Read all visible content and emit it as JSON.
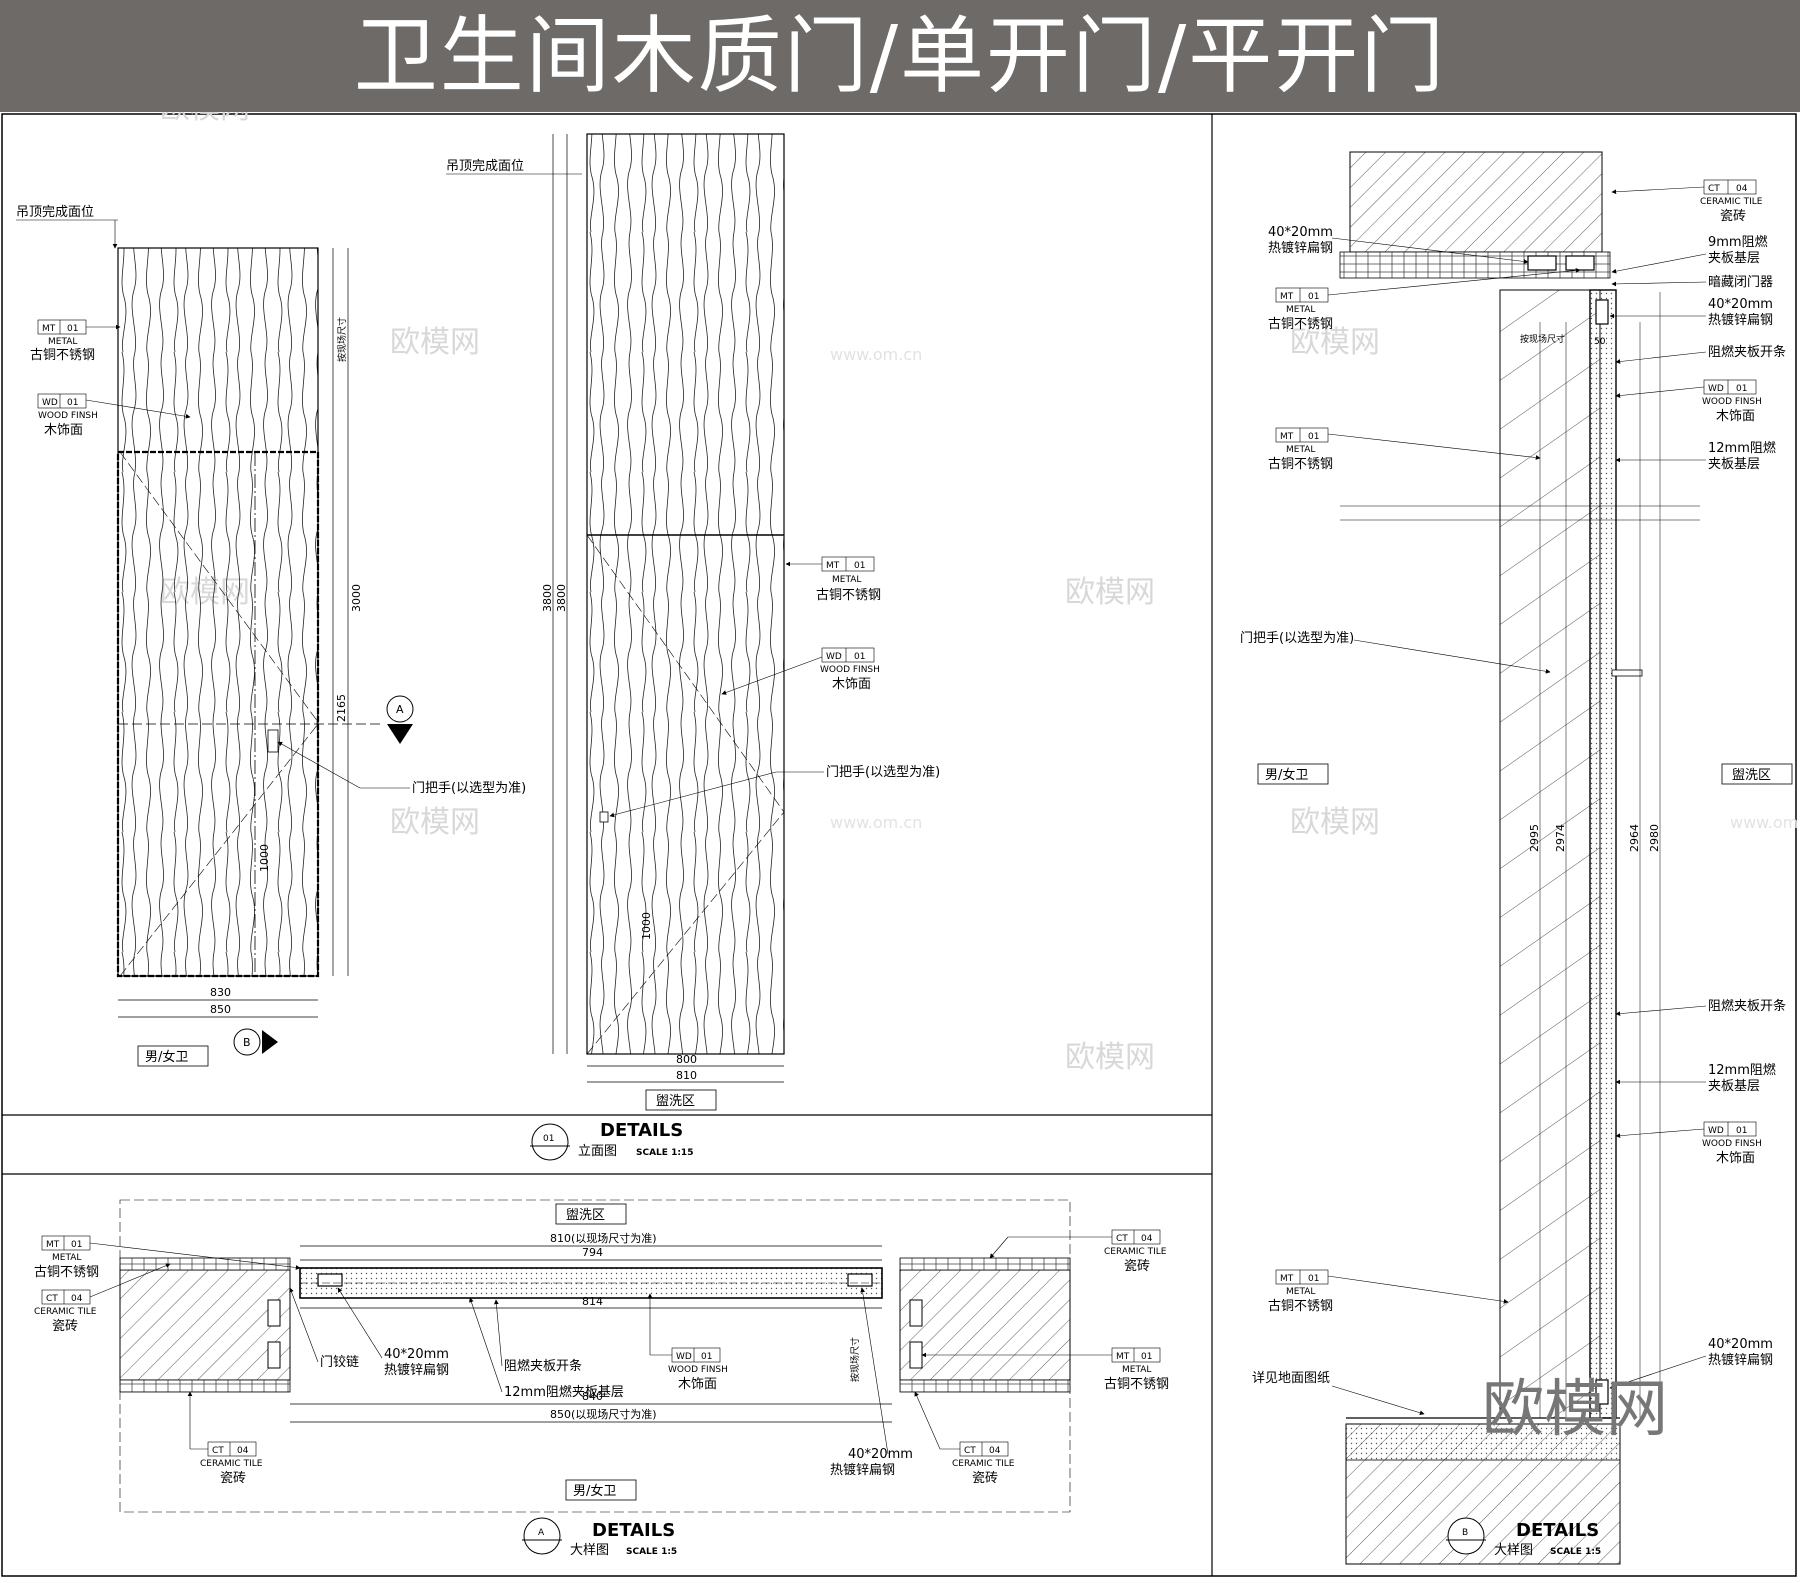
{
  "title": "卫生间木质门/单开门/平开门",
  "watermark": {
    "brand": "欧模网",
    "url": "www.om.cn"
  },
  "elevation_left": {
    "ceiling_label": "吊顶完成面位",
    "mt_tag": {
      "code": "MT",
      "num": "01",
      "en": "METAL",
      "cn": "古铜不锈钢"
    },
    "wd_tag": {
      "code": "WD",
      "num": "01",
      "en": "WOOD FINSH",
      "cn": "木饰面"
    },
    "handle_label": "门把手(以选型为准)",
    "dims": {
      "w_inner": "830",
      "w_outer": "850",
      "h_total": "3000",
      "h_door": "2165",
      "h_handle": "1000",
      "h_site": "按现场尺寸"
    },
    "room_label": "男/女卫",
    "section_a": "A",
    "section_b": "B"
  },
  "elevation_right": {
    "ceiling_label": "吊顶完成面位",
    "mt_tag": {
      "code": "MT",
      "num": "01",
      "en": "METAL",
      "cn": "古铜不锈钢"
    },
    "wd_tag": {
      "code": "WD",
      "num": "01",
      "en": "WOOD FINSH",
      "cn": "木饰面"
    },
    "handle_label": "门把手(以选型为准)",
    "dims": {
      "w_inner": "800",
      "w_outer": "810",
      "h1": "3800",
      "h2": "3800",
      "h_handle": "1000"
    },
    "room_label": "盥洗区"
  },
  "detail_01": {
    "num": "01",
    "title": "DETAILS",
    "sub": "立面图",
    "scale": "SCALE  1:15"
  },
  "plan_a": {
    "room_top": "盥洗区",
    "room_bottom": "男/女卫",
    "dims": {
      "top1": "810(以现场尺寸为准)",
      "top2": "794",
      "mid": "814",
      "bot1": "840",
      "bot2": "850(以现场尺寸为准)",
      "site": "按现场尺寸"
    },
    "mt_tag_left": {
      "code": "MT",
      "num": "01",
      "en": "METAL",
      "cn": "古铜不锈钢"
    },
    "ct_tag_left": {
      "code": "CT",
      "num": "04",
      "en": "CERAMIC TILE",
      "cn": "瓷砖"
    },
    "ct_tag_top_right": {
      "code": "CT",
      "num": "04",
      "en": "CERAMIC TILE",
      "cn": "瓷砖"
    },
    "mt_tag_right": {
      "code": "MT",
      "num": "01",
      "en": "METAL",
      "cn": "古铜不锈钢"
    },
    "ct_tag_bottom_left": {
      "code": "CT",
      "num": "04",
      "en": "CERAMIC TILE",
      "cn": "瓷砖"
    },
    "ct_tag_bottom_right": {
      "code": "CT",
      "num": "04",
      "en": "CERAMIC TILE",
      "cn": "瓷砖"
    },
    "wd_tag": {
      "code": "WD",
      "num": "01",
      "en": "WOOD FINSH",
      "cn": "木饰面"
    },
    "hinge": "门铰链",
    "steel": "40*20mm\n热镀锌扁钢",
    "steel_l1": "40*20mm",
    "steel_l2": "热镀锌扁钢",
    "strip": "阻燃夹板开条",
    "base": "12mm阻燃夹板基层",
    "steel_bottom_l1": "40*20mm",
    "steel_bottom_l2": "热镀锌扁钢"
  },
  "detail_a": {
    "num": "A",
    "title": "DETAILS",
    "sub": "大样图",
    "scale": "SCALE  1:5"
  },
  "section_b_view": {
    "steel_top_l1": "40*20mm",
    "steel_top_l2": "热镀锌扁钢",
    "mt_tag_1": {
      "code": "MT",
      "num": "01",
      "en": "METAL",
      "cn": "古铜不锈钢"
    },
    "mt_tag_2": {
      "code": "MT",
      "num": "01",
      "en": "METAL",
      "cn": "古铜不锈钢"
    },
    "mt_tag_3": {
      "code": "MT",
      "num": "01",
      "en": "METAL",
      "cn": "古铜不锈钢"
    },
    "ct_tag": {
      "code": "CT",
      "num": "04",
      "en": "CERAMIC TILE",
      "cn": "瓷砖"
    },
    "wd_tag_1": {
      "code": "WD",
      "num": "01",
      "en": "WOOD FINSH",
      "cn": "木饰面"
    },
    "wd_tag_2": {
      "code": "WD",
      "num": "01",
      "en": "WOOD FINSH",
      "cn": "木饰面"
    },
    "ply9_l1": "9mm阻燃",
    "ply9_l2": "夹板基层",
    "closer": "暗藏闭门器",
    "steel_r_l1": "40*20mm",
    "steel_r_l2": "热镀锌扁钢",
    "strip1": "阻燃夹板开条",
    "ply12a_l1": "12mm阻燃",
    "ply12a_l2": "夹板基层",
    "strip2": "阻燃夹板开条",
    "ply12b_l1": "12mm阻燃",
    "ply12b_l2": "夹板基层",
    "steel_bot_l1": "40*20mm",
    "steel_bot_l2": "热镀锌扁钢",
    "handle": "门把手(以选型为准)",
    "floor": "详见地面图纸",
    "room_left": "男/女卫",
    "room_right": "盥洗区",
    "site_dim": "按现场尺寸",
    "gap": "50",
    "dims": {
      "d1": "2995",
      "d2": "2974",
      "d3": "2964",
      "d4": "2980"
    }
  },
  "detail_b": {
    "num": "B",
    "title": "DETAILS",
    "sub": "大样图",
    "scale": "SCALE  1:5"
  }
}
